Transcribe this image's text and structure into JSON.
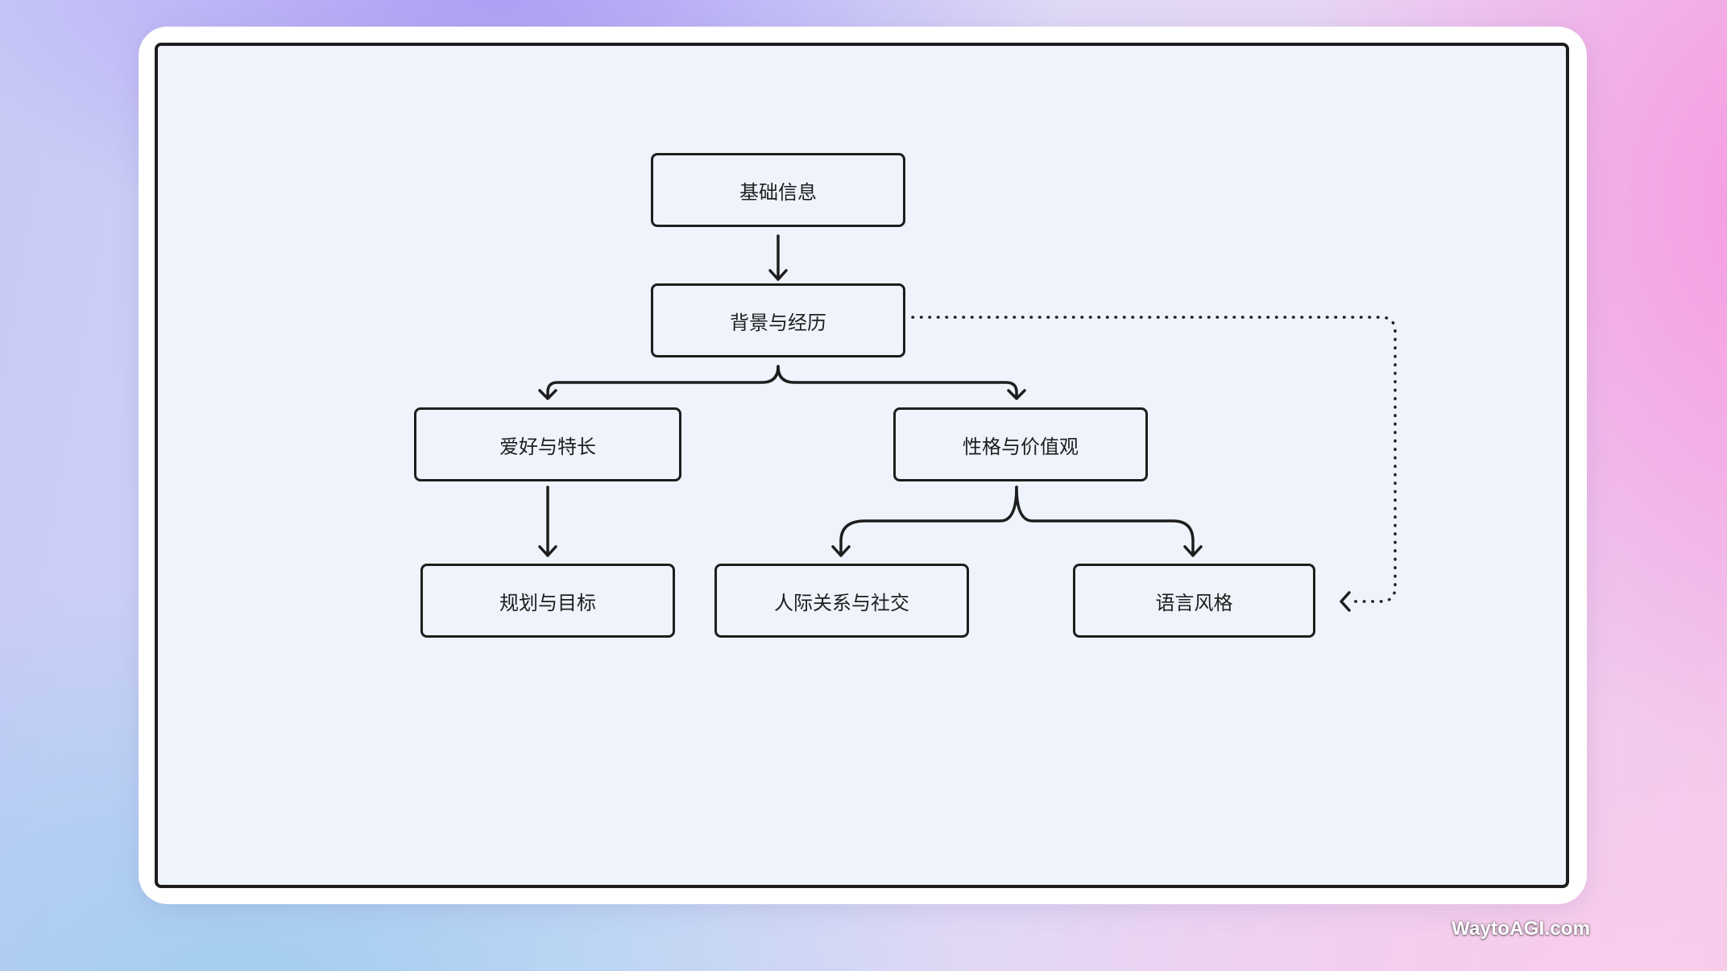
{
  "diagram": {
    "nodes": {
      "basic_info": "基础信息",
      "background": "背景与经历",
      "hobbies": "爱好与特长",
      "personality": "性格与价值观",
      "planning": "规划与目标",
      "social": "人际关系与社交",
      "language": "语言风格"
    },
    "edges": [
      {
        "from": "basic_info",
        "to": "background",
        "style": "solid"
      },
      {
        "from": "background",
        "to": "hobbies",
        "style": "solid"
      },
      {
        "from": "background",
        "to": "personality",
        "style": "solid"
      },
      {
        "from": "hobbies",
        "to": "planning",
        "style": "solid"
      },
      {
        "from": "personality",
        "to": "social",
        "style": "solid"
      },
      {
        "from": "personality",
        "to": "language",
        "style": "solid"
      },
      {
        "from": "background",
        "to": "language",
        "style": "dotted"
      }
    ]
  },
  "watermark": "WaytoAGI.com",
  "colors": {
    "stroke": "#1e1e1e",
    "canvas": "#eff3fc",
    "card": "#ffffff"
  }
}
